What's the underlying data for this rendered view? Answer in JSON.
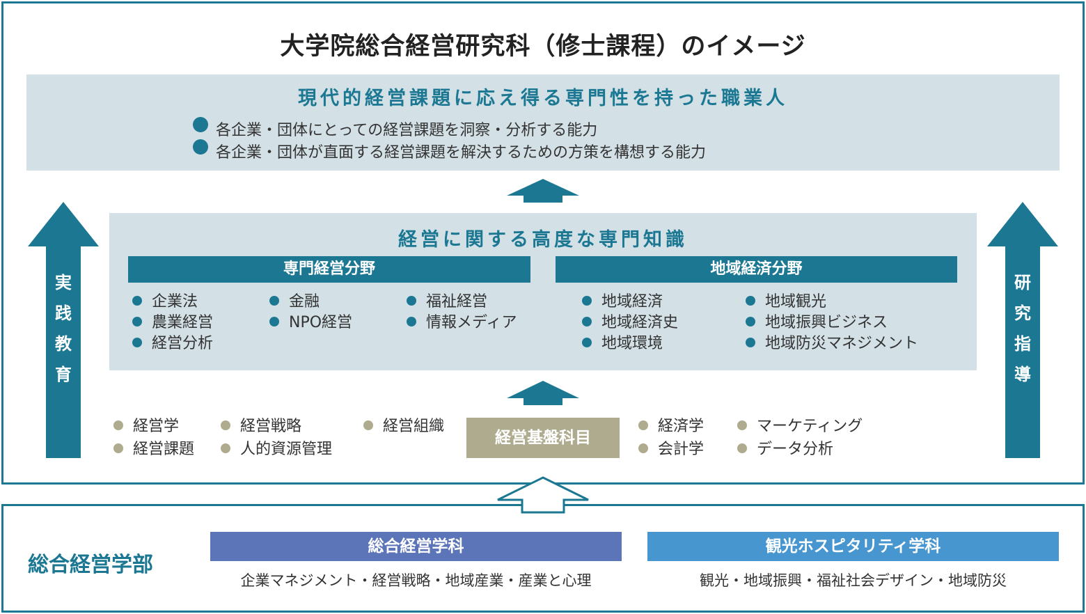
{
  "title": "大学院総合経営研究科（修士課程）のイメージ",
  "goal": {
    "heading": "現代的経営課題に応え得る専門性を持った職業人",
    "items": [
      "各企業・団体にとっての経営課題を洞察・分析する能力",
      "各企業・団体が直面する経営課題を解決するための方策を構想する能力"
    ]
  },
  "knowledge": {
    "heading": "経営に関する高度な専門知識",
    "specialized": {
      "label": "専門経営分野",
      "columns": [
        [
          "企業法",
          "農業経営",
          "経営分析"
        ],
        [
          "金融",
          "NPO経営"
        ],
        [
          "福祉経営",
          "情報メディア"
        ]
      ]
    },
    "regional": {
      "label": "地域経済分野",
      "columns": [
        [
          "地域経済",
          "地域経済史",
          "地域環境"
        ],
        [
          "地域観光",
          "地域振興ビジネス",
          "地域防災マネジメント"
        ]
      ]
    }
  },
  "basis": {
    "label": "経営基盤科目",
    "left_columns": [
      [
        "経営学",
        "経営課題"
      ],
      [
        "経営戦略",
        "人的資源管理"
      ],
      [
        "経営組織"
      ]
    ],
    "right_columns": [
      [
        "経済学",
        "会計学"
      ],
      [
        "マーケティング",
        "データ分析"
      ]
    ]
  },
  "side": {
    "left": [
      "実",
      "践",
      "教",
      "育"
    ],
    "right": [
      "研",
      "究",
      "指",
      "導"
    ]
  },
  "faculty": {
    "name": "総合経営学部",
    "departments": [
      {
        "name": "総合経営学科",
        "desc": "企業マネジメント・経営戦略・地域産業・産業と心理",
        "color": "#5c74b8"
      },
      {
        "name": "観光ホスピタリティ学科",
        "desc": "観光・地域振興・福祉社会デザイン・地域防災",
        "color": "#4896cf"
      }
    ]
  },
  "colors": {
    "teal": "#1c7892",
    "light_panel": "#d3e1e7",
    "khaki": "#aeab8f"
  }
}
